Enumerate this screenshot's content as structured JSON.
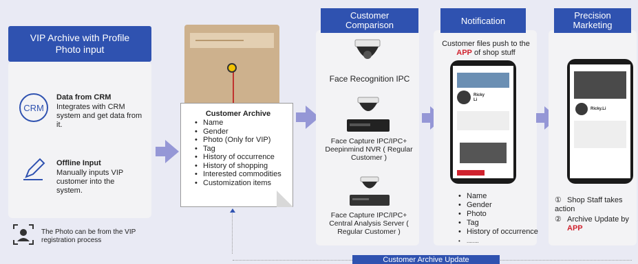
{
  "vip": {
    "header": "VIP Archive with Profile Photo input",
    "crm_icon_label": "CRM",
    "crm_title": "Data from CRM",
    "crm_desc": "Integrates with CRM system and get data from it.",
    "offline_title": "Offline Input",
    "offline_desc": "Manually inputs VIP customer into the system.",
    "photo_note": "The Photo can be from the VIP registration process"
  },
  "archive": {
    "title": "Customer Archive",
    "items": [
      "Name",
      "Gender",
      "Photo (Only for VIP)",
      "Tag",
      "History of occurrence",
      "History of shopping",
      "Interested commodities",
      "Customization items"
    ]
  },
  "comparison": {
    "header": "Customer Comparison",
    "face_ipc": "Face Recognition IPC",
    "nvr_label": "Face Capture IPC/IPC+ Deepinmind NVR ( Regular Customer )",
    "server_label": "Face Capture IPC/IPC+ Central Analysis Server ( Regular Customer )"
  },
  "notification": {
    "header": "Notification",
    "push_text": "Customer files push to the",
    "push_app": "APP",
    "push_suffix": "of shop stuff",
    "phone_user": "Ricky Li",
    "items": [
      "Name",
      "Gender",
      "Photo",
      "Tag",
      "History of occurrence",
      "........"
    ]
  },
  "marketing": {
    "header": "Precision Marketing",
    "phone_user": "Ricky.Li",
    "step1_num": "①",
    "step1": "Shop Staff takes action",
    "step2_num": "②",
    "step2": "Archive Update by",
    "step2_app": "APP"
  },
  "footer": {
    "update_label": "Customer Archive Update"
  },
  "colors": {
    "navy": "#2f52b0",
    "arrow": "#9597d6",
    "red": "#d0222e",
    "bg": "#e9eaf4"
  }
}
